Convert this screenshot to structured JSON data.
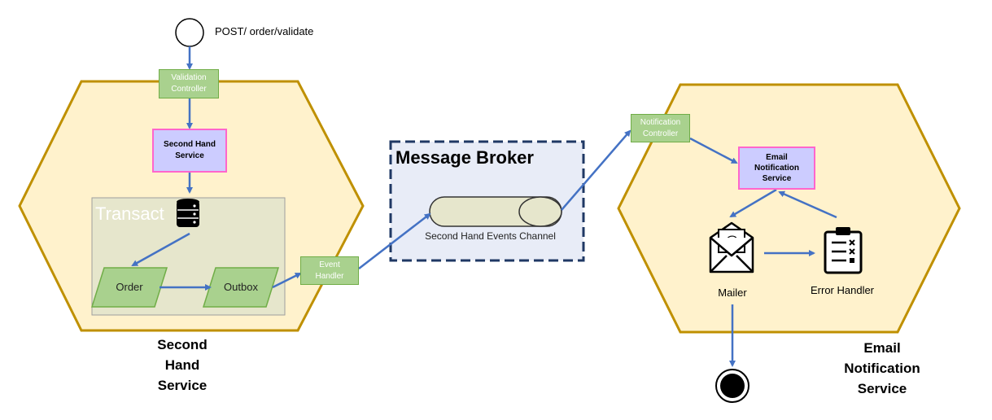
{
  "endpoint": {
    "label": "POST/ order/validate"
  },
  "second_hand_service": {
    "title": "Second Hand Service",
    "title_lines": [
      "Second",
      "Hand",
      "Service"
    ],
    "validation_controller": "Validation Controller",
    "validation_controller_lines": [
      "Validation",
      "Controller"
    ],
    "service_box_lines": [
      "Second Hand",
      "Service"
    ],
    "transact_label": "Transact",
    "order_label": "Order",
    "outbox_label": "Outbox",
    "event_handler_lines": [
      "Event",
      "Handler"
    ]
  },
  "message_broker": {
    "title": "Message Broker",
    "channel_label": "Second Hand Events Channel"
  },
  "email_notification_service": {
    "title_lines": [
      "Email",
      "Notification",
      "Service"
    ],
    "notification_controller_lines": [
      "Notification",
      "Controller"
    ],
    "service_box_lines": [
      "Email",
      "Notification",
      "Service"
    ],
    "mailer_label": "Mailer",
    "error_handler_label": "Error Handler"
  },
  "colors": {
    "hexagon_fill": "#fff2cc",
    "hexagon_stroke": "#bf9000",
    "arrow": "#4472c4",
    "green_box": "#a9d18e",
    "purple_box": "#ccccff",
    "transact_fill": "#e6e6cc",
    "broker_fill": "#e8ecf7",
    "broker_border": "#1f3864"
  },
  "icons": [
    "database-icon",
    "envelope-icon",
    "clipboard-icon",
    "start-node",
    "end-node"
  ]
}
